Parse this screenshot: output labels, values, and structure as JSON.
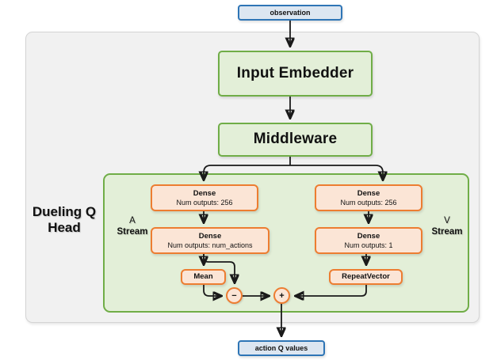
{
  "diagram": {
    "title_label": "Dueling Q Head",
    "io": {
      "input_label": "observation",
      "output_label": "action Q values"
    },
    "backbone": [
      {
        "name": "input-embedder",
        "label": "Input Embedder"
      },
      {
        "name": "middleware",
        "label": "Middleware"
      }
    ],
    "streams": {
      "advantage": {
        "letter": "A",
        "word": "Stream",
        "layers": [
          {
            "title": "Dense",
            "subtitle": "Num outputs: 256"
          },
          {
            "title": "Dense",
            "subtitle": "Num outputs: num_actions"
          }
        ],
        "pool": "Mean",
        "operator": "−"
      },
      "value": {
        "letter": "V",
        "word": "Stream",
        "layers": [
          {
            "title": "Dense",
            "subtitle": "Num outputs: 256"
          },
          {
            "title": "Dense",
            "subtitle": "Num outputs: 1"
          }
        ],
        "pool": "RepeatVector",
        "operator": "+"
      }
    },
    "colors": {
      "green_fill": "#e3efd8",
      "green_border": "#70ad47",
      "orange_fill": "#fbe5d6",
      "orange_border": "#ed7d31",
      "blue_fill": "#dce6f1",
      "blue_border": "#2e75b6",
      "panel_fill": "#f1f1f1",
      "panel_border": "#d4d4d4",
      "wire": "#1a1a1a"
    }
  }
}
